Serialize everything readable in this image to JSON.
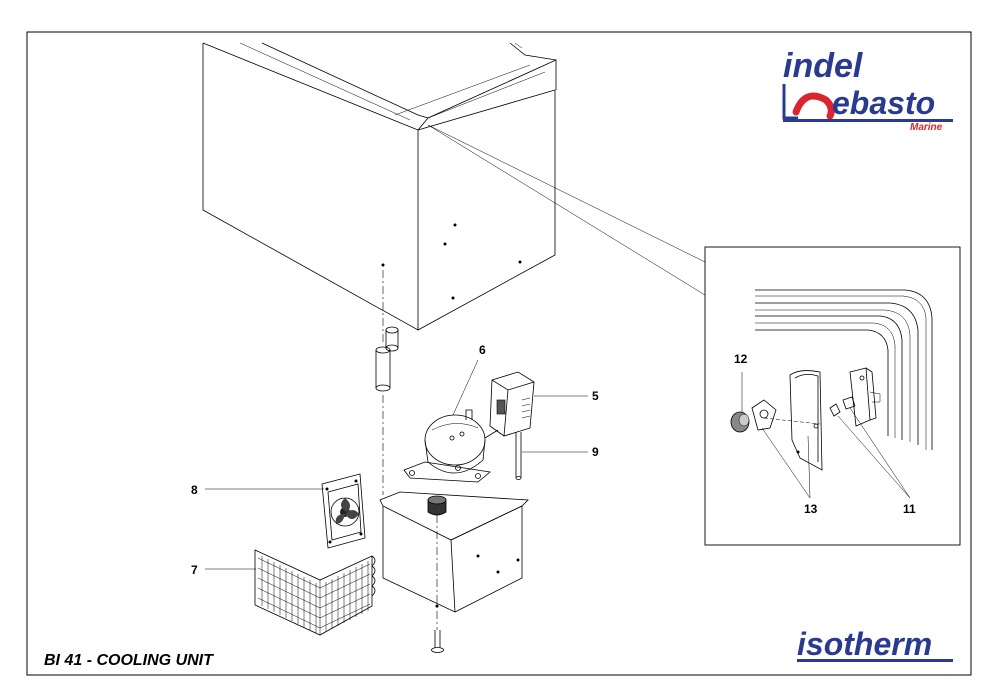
{
  "title": "BI 41 - COOLING UNIT",
  "logos": {
    "indel_top": "indel",
    "indel_bottom": "ebasto",
    "indel_sub": "Marine",
    "isotherm": "isotherm"
  },
  "callouts": {
    "c5": "5",
    "c6": "6",
    "c7": "7",
    "c8": "8",
    "c9": "9",
    "c11": "11",
    "c12": "12",
    "c13": "13"
  },
  "colors": {
    "logo_blue": "#2a3b8f",
    "logo_red": "#d8262e",
    "line": "#000000"
  }
}
